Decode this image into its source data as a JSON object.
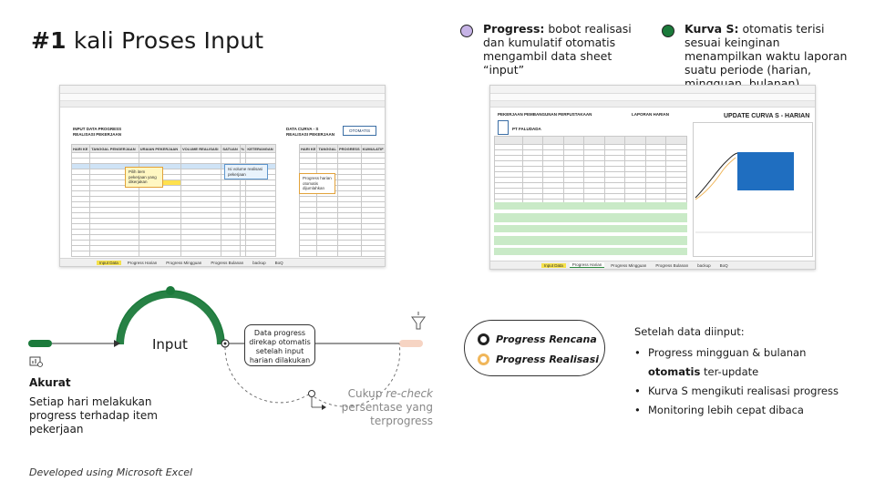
{
  "title": {
    "bold": "#1",
    "rest": " kali Proses Input"
  },
  "legend_top": [
    {
      "bold": "Progress:",
      "text": " bobot realisasi dan kumulatif otomatis mengambil data sheet “input”",
      "color": "#c6b3e6"
    },
    {
      "bold": "Kurva S:",
      "text": " otomatis terisi sesuai keinginan menampilkan waktu laporan suatu periode (harian, mingguan, bulanan)",
      "color": "#1b7a3b"
    }
  ],
  "sheet_input": {
    "header1": "INPUT DATA PROGRESS",
    "header2": "REALISASI PEKERJAAN",
    "header3": "DATA CURVA - S",
    "header4": "REALISASI PEKERJAAN",
    "button": "OTOMATIS",
    "columns": [
      "HARI KE",
      "TANGGAL PENGERJAAN",
      "URAIAN PEKERJAAN",
      "VOLUME REALISASI",
      "SATUAN",
      "%",
      "KETERANGAN"
    ],
    "columns_right": [
      "HARI KE",
      "TANGGAL",
      "PROGRESS",
      "KUMULATIF"
    ],
    "callout_yellow": "Pilih item pekerjaan yang dikerjakan",
    "callout_blue": "Isi volume realisasi pekerjaan",
    "callout_orange": "Progress harian otomatis dijumlahkan",
    "tabs": [
      "Input Data",
      "Progress Harian",
      "Progress Mingguan",
      "Progress Bulanan",
      "backup",
      "BoQ"
    ]
  },
  "sheet_harian": {
    "company_header": "PEKERJAAN PEMBANGUNAN PERPUSTAKAAN",
    "company": "PT FALUDADA",
    "report": "LAPORAN HARIAN",
    "curve_title": "UPDATE CURVA S - HARIAN",
    "tabs": [
      "Input Data",
      "Progress Harian",
      "Progress Mingguan",
      "Progress Bulanan",
      "backup",
      "BoQ"
    ]
  },
  "flow": {
    "input_label": "Input",
    "process_box": "Data progress direkap otomatis setelah input harian dilakukan",
    "recheck_prefix": "Cukup ",
    "recheck_italic": "re-check",
    "recheck_suffix": " persentase yang terprogress"
  },
  "akurat": {
    "title": "Akurat",
    "desc": "Setiap hari melakukan progress terhadap item pekerjaan"
  },
  "progress_legend": [
    {
      "label": "Progress Rencana",
      "color": "#222222"
    },
    {
      "label": "Progress Realisasi",
      "color": "#f0b65a"
    }
  ],
  "after": {
    "title": "Setelah data diinput:",
    "items": [
      {
        "pre": "Progress mingguan & bulanan ",
        "bold": "otomatis",
        "post": " ter-update"
      },
      {
        "pre": "Kurva S mengikuti realisasi progress",
        "bold": "",
        "post": ""
      },
      {
        "pre": "Monitoring lebih cepat dibaca",
        "bold": "",
        "post": ""
      }
    ]
  },
  "footer": "Developed using Microsoft Excel",
  "colors": {
    "green": "#1b7a3b",
    "orange_bar": "#f6d4c3",
    "lavender": "#c6b3e6"
  }
}
